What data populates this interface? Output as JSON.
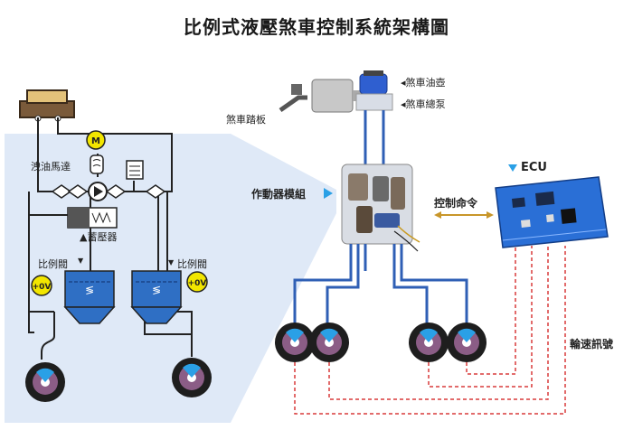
{
  "title": "比例式液壓煞車控制系統架構圖",
  "labels": {
    "reservoir": "◂煞車油壺",
    "master_cylinder": "◂煞車總泵",
    "brake_pedal": "煞車踏板",
    "actuator_module": "作動器模組",
    "ecu": "ECU",
    "control_command": "控制命令",
    "speed_signal": "輪速訊號",
    "drain_motor": "洩油馬達",
    "accumulator": "▲蓄壓器",
    "prop_valve_left": "比例閥",
    "prop_valve_right": "比例閥",
    "volt_left": "+0V",
    "volt_right": "+0V",
    "motor_symbol": "M"
  },
  "colors": {
    "pipe": "#2f5fb5",
    "signal": "#d93a3a",
    "panel": "#dfe9f7",
    "valve": "#2f6fc4",
    "ecu_board": "#2a6fd6",
    "yellow": "#f2e600",
    "accent": "#2aa0e6"
  }
}
